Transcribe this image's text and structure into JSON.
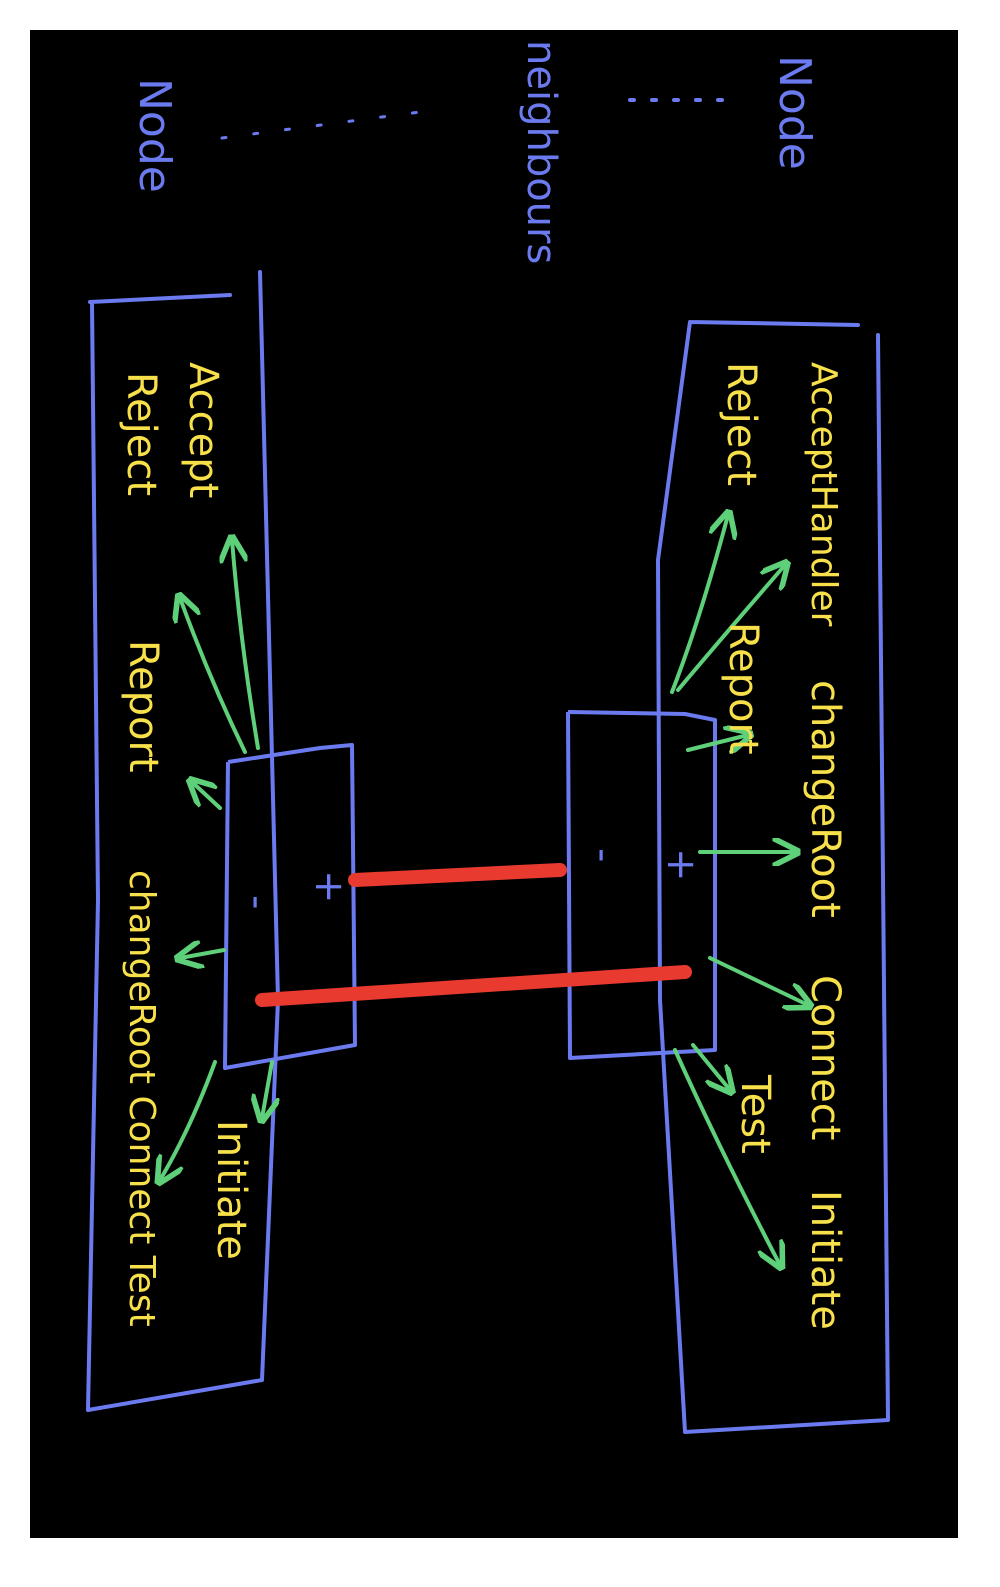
{
  "colors": {
    "background": "#000000",
    "frame": "#ffffff",
    "box": "#6b7bef",
    "label_node": "#6b7bef",
    "label_message": "#f7e04a",
    "arrow": "#5fd07a",
    "link": "#e83a2e"
  },
  "top_labels": {
    "node_right": "Node",
    "neighbours": "neighbours",
    "node_left": "Node"
  },
  "right_node": {
    "port_plus": "+",
    "port_minus": "-",
    "msg_accept_handler": "AcceptHandler",
    "msg_reject": "Reject",
    "msg_report": "Report",
    "msg_change_root": "changeRoot",
    "msg_connect": "Connect",
    "msg_test": "Test",
    "msg_initiate": "Initiate"
  },
  "left_node": {
    "port_plus": "+",
    "port_minus": "-",
    "msg_accept": "Accept",
    "msg_reject": "Reject",
    "msg_report": "Report",
    "msg_change_root_connect_test": "changeRoot Connect Test",
    "msg_initiate": "Initiate"
  }
}
